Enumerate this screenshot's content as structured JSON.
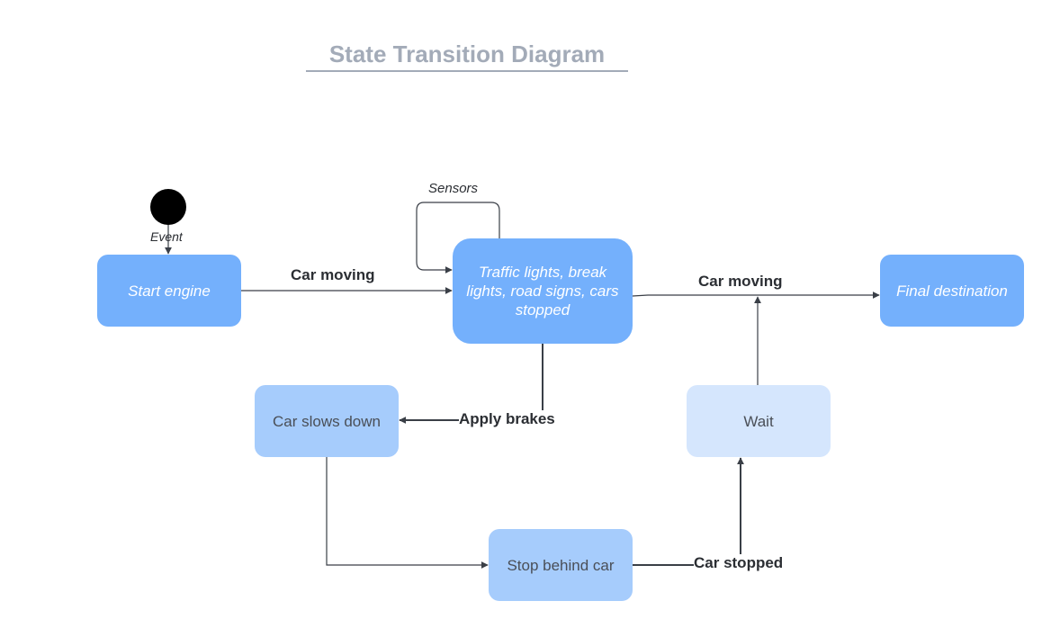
{
  "title": "State Transition Diagram",
  "initial": {
    "label": "Event"
  },
  "nodes": {
    "start_engine": "Start engine",
    "traffic": "Traffic lights, break lights, road signs, cars stopped",
    "final": "Final destination",
    "slows_down": "Car slows down",
    "wait": "Wait",
    "stop_behind": "Stop behind car"
  },
  "edges": {
    "start_to_traffic": "Car moving",
    "traffic_self": "Sensors",
    "traffic_to_final": "Car moving",
    "traffic_to_slows": "Apply brakes",
    "stop_to_wait": "Car stopped"
  },
  "colors": {
    "primary": "#74b0fc",
    "secondary": "#a6ccfc",
    "tertiary": "#d5e6fd",
    "line": "#3a3f47",
    "title": "#a3abb8"
  }
}
